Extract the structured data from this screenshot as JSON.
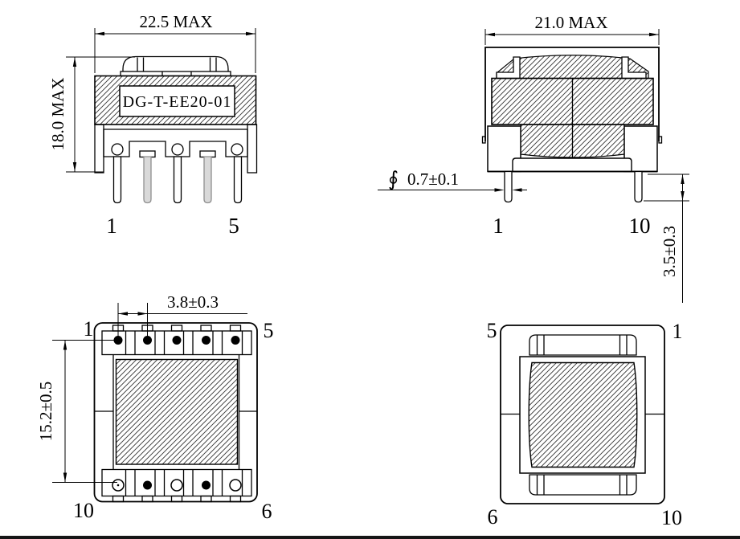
{
  "drawing": {
    "part_number": "DG-T-EE20-01",
    "front_view": {
      "width_dim": "22.5 MAX",
      "height_dim": "18.0 MAX",
      "pin_first": "1",
      "pin_last": "5"
    },
    "side_view": {
      "width_dim": "21.0 MAX",
      "pin_dia_symbol": "∮",
      "pin_dia": "0.7±0.1",
      "pin_length": "3.5±0.3",
      "pin_first": "1",
      "pin_last": "10"
    },
    "bottom_view": {
      "pin_pitch": "3.8±0.3",
      "row_spacing": "15.2±0.5",
      "corner_tl": "1",
      "corner_tr": "5",
      "corner_bl": "10",
      "corner_br": "6"
    },
    "top_view": {
      "corner_tl": "5",
      "corner_tr": "1",
      "corner_bl": "6",
      "corner_br": "10"
    },
    "colors": {
      "line": "#000000",
      "background": "#ffffff",
      "hatch_line": "#333333",
      "hidden_pin_fill": "#d9d9d9",
      "hidden_pin_stroke": "#8f8f8f"
    }
  }
}
